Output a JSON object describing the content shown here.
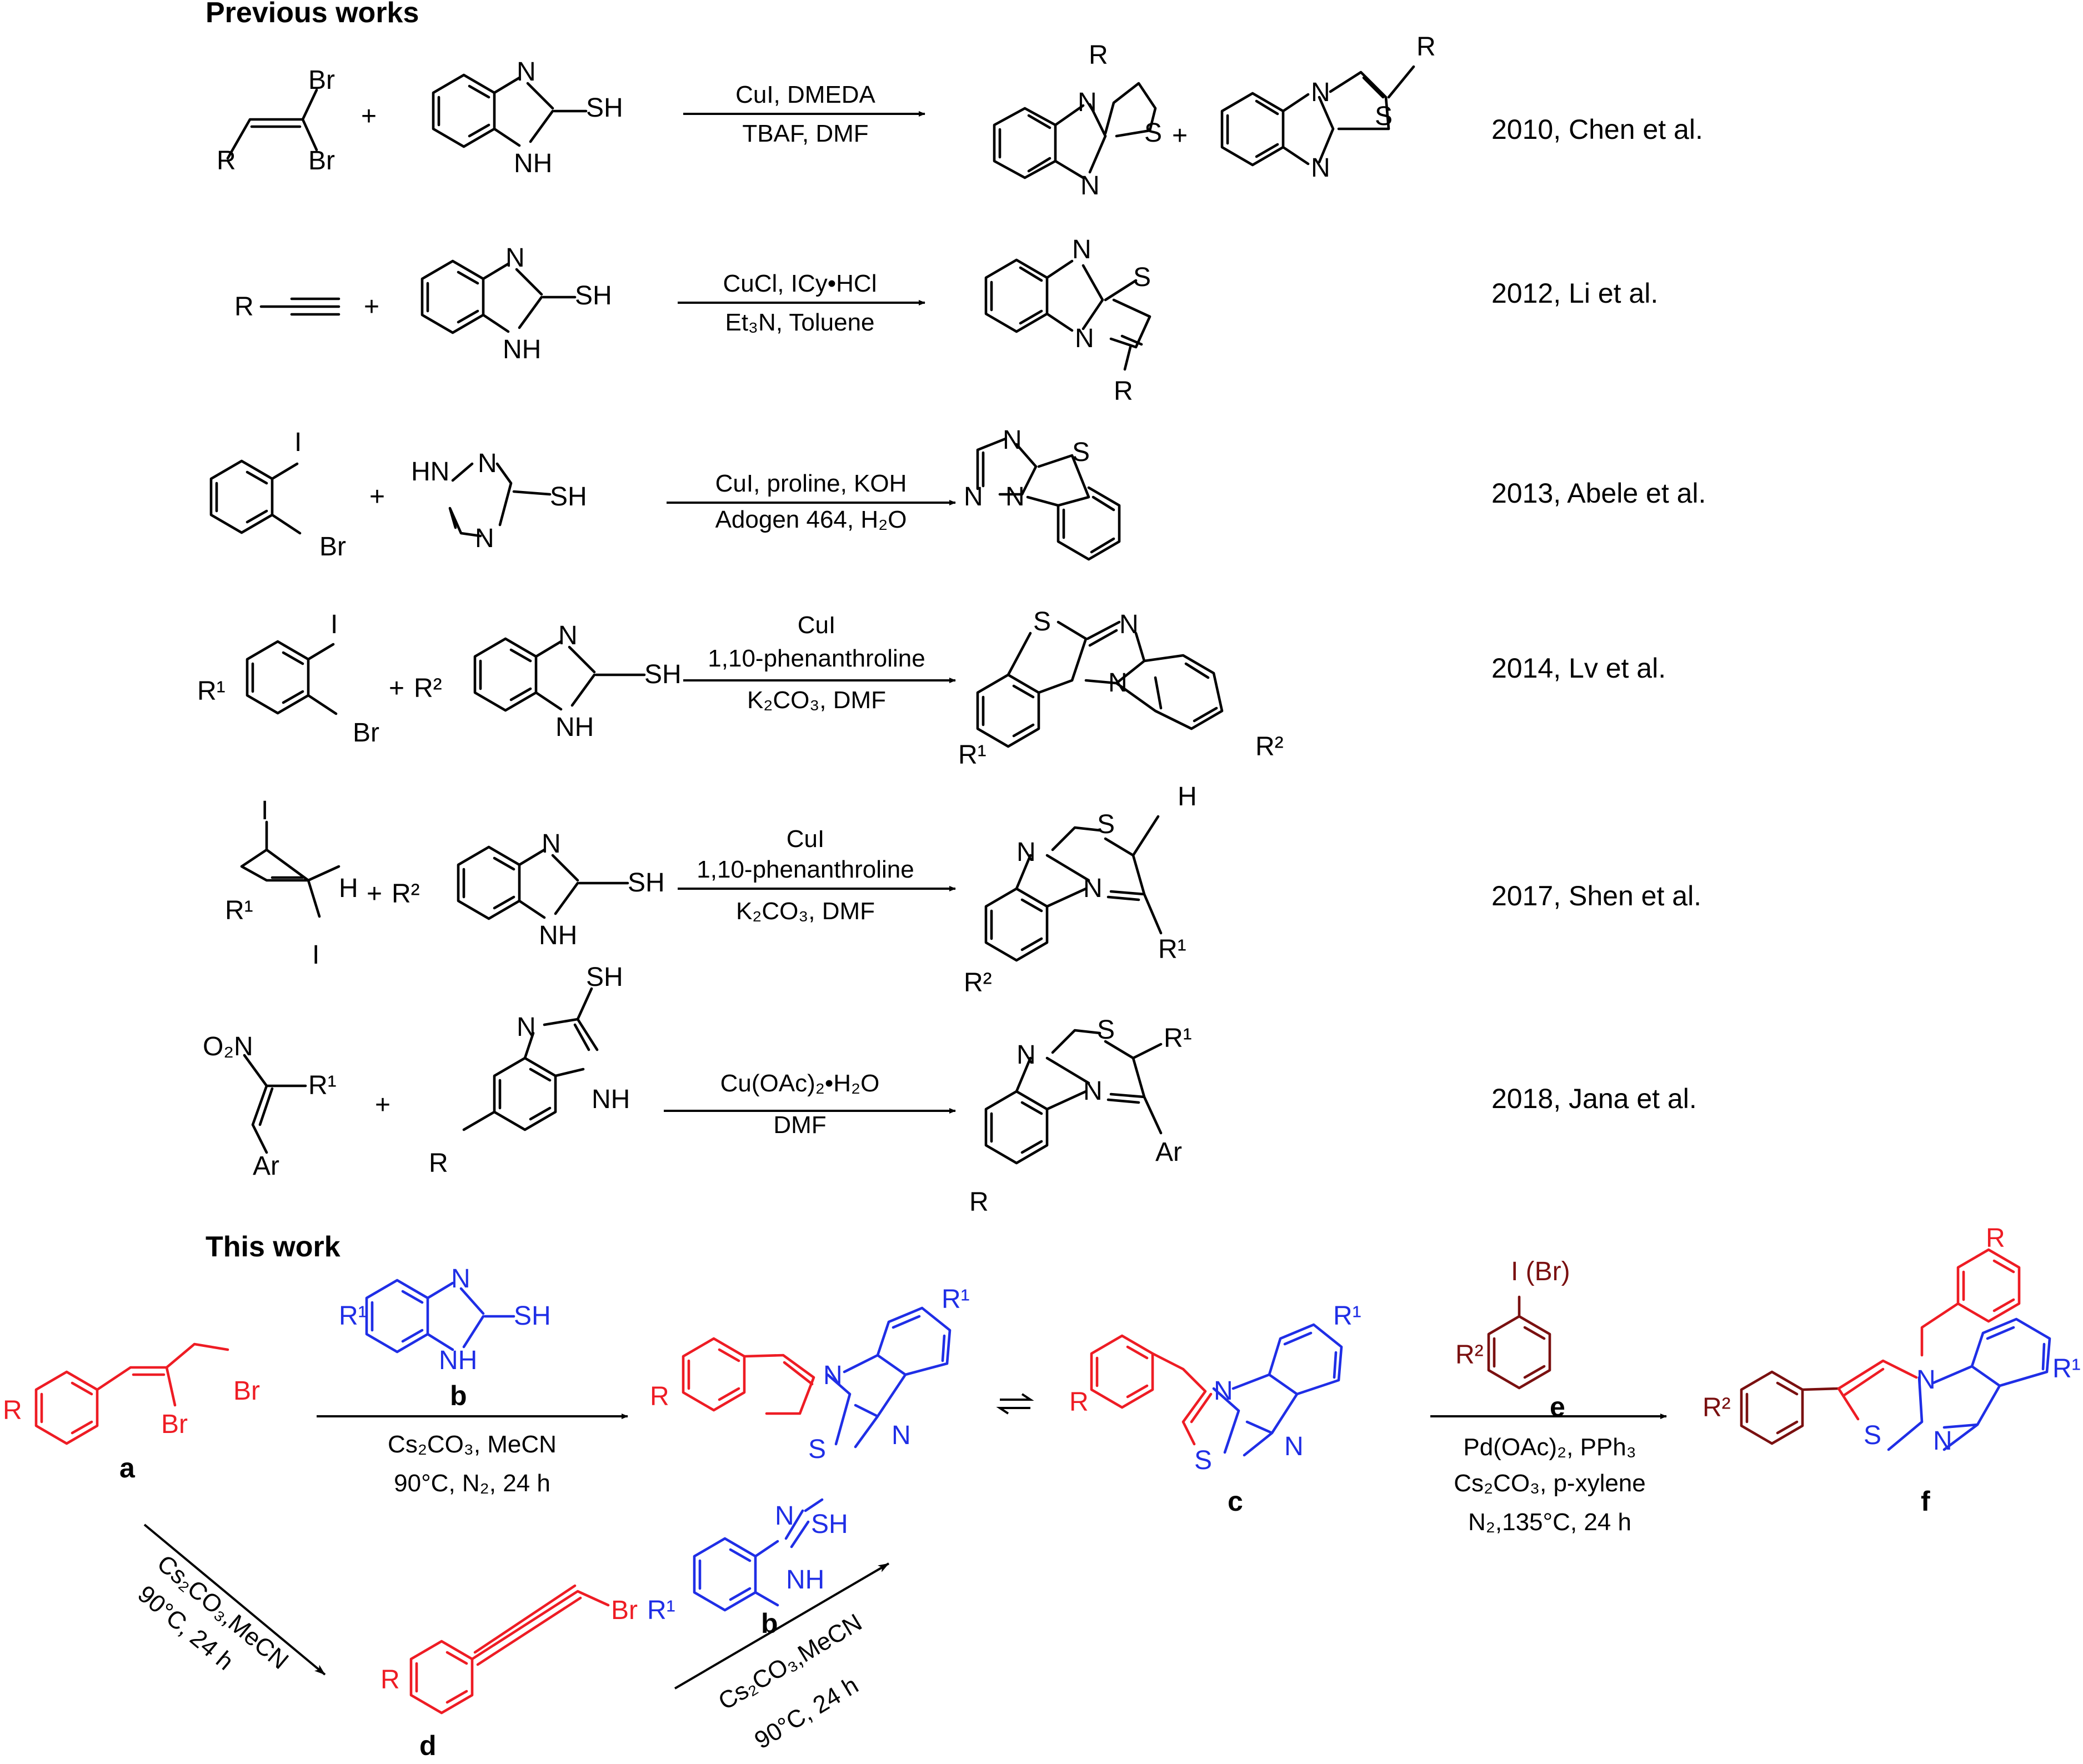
{
  "headings": {
    "previous": "Previous works",
    "this_work": "This work"
  },
  "refs": [
    "2010, Chen et al.",
    "2012, Li et al.",
    "2013, Abele et al.",
    "2014, Lv et al.",
    "2017, Shen et al.",
    "2018, Jana et al."
  ],
  "conditions": {
    "r1_top": "CuI, DMEDA",
    "r1_bottom": "TBAF, DMF",
    "r2_top": "CuCl, ICy•HCl",
    "r2_bottom": "Et₃N, Toluene",
    "r3_top": "CuI, proline, KOH",
    "r3_bottom": "Adogen 464, H₂O",
    "r4_line1": "CuI",
    "r4_line2": "1,10-phenanthroline",
    "r4_bottom": "K₂CO₃, DMF",
    "r5_line1": "CuI",
    "r5_line2": "1,10-phenanthroline",
    "r5_bottom": "K₂CO₃, DMF",
    "r6_top": "Cu(OAc)₂•H₂O",
    "r6_bottom": "DMF",
    "tw1_line1": "Cs₂CO₃, MeCN",
    "tw1_line2": "90°C, N₂, 24 h",
    "tw2_line1": "Pd(OAc)₂, PPh₃",
    "tw2_line2": "Cs₂CO₃, p-xylene",
    "tw2_line3": "N₂,135°C, 24 h",
    "diag1_line1": "Cs₂CO₃,MeCN",
    "diag1_line2": "90°C, 24 h",
    "diag2_line1": "Cs₂CO₃,MeCN",
    "diag2_line2": "90°C, 24 h"
  },
  "compound_ids": {
    "a": "a",
    "b": "b",
    "c": "c",
    "d": "d",
    "e": "e",
    "f": "f"
  },
  "atoms": {
    "Br": "Br",
    "I": "I",
    "R": "R",
    "R1": "R¹",
    "R2": "R²",
    "S": "S",
    "N": "N",
    "H": "H",
    "NH": "NH",
    "SH": "SH",
    "HN": "HN",
    "Ar": "Ar",
    "O2N": "O₂N",
    "I_Br": "I (Br)",
    "plus": "+"
  },
  "colors": {
    "red": "#ee1c24",
    "blue": "#1f2ee6",
    "maroon": "#7a1010",
    "black": "#000000"
  }
}
